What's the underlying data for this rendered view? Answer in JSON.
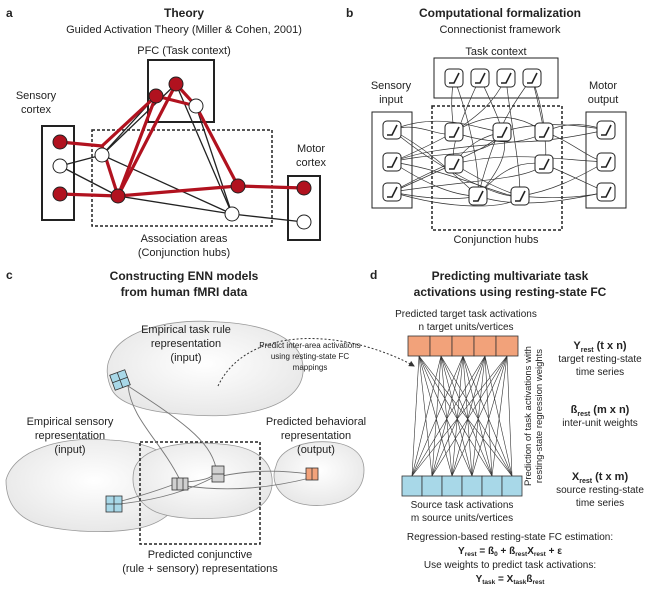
{
  "panel_a": {
    "letter": "a",
    "title": "Theory",
    "subtitle": "Guided Activation Theory (Miller & Cohen, 2001)",
    "pfc_label": "PFC (Task context)",
    "sensory_label_1": "Sensory",
    "sensory_label_2": "cortex",
    "motor_label_1": "Motor",
    "motor_label_2": "cortex",
    "assoc_label_1": "Association areas",
    "assoc_label_2": "(Conjunction hubs)"
  },
  "panel_b": {
    "letter": "b",
    "title": "Computational formalization",
    "subtitle": "Connectionist framework",
    "task_label": "Task context",
    "sensory_label_1": "Sensory",
    "sensory_label_2": "input",
    "motor_label_1": "Motor",
    "motor_label_2": "output",
    "hubs_label": "Conjunction hubs"
  },
  "panel_c": {
    "letter": "c",
    "title_1": "Constructing ENN models",
    "title_2": "from human fMRI data",
    "rule_label_1": "Empirical task rule",
    "rule_label_2": "representation",
    "rule_label_3": "(input)",
    "predict_note_1": "Predict inter-area activations",
    "predict_note_2": "using resting-state FC",
    "predict_note_3": "mappings",
    "sensory_label_1": "Empirical sensory",
    "sensory_label_2": "representation",
    "sensory_label_3": "(input)",
    "behav_label_1": "Predicted behavioral",
    "behav_label_2": "representation",
    "behav_label_3": "(output)",
    "conj_label_1": "Predicted conjunctive",
    "conj_label_2": "(rule + sensory) representations"
  },
  "panel_d": {
    "letter": "d",
    "title_1": "Predicting multivariate task",
    "title_2": "activations using resting-state FC",
    "target_label_1": "Predicted target task activations",
    "target_label_2": "n target units/vertices",
    "side_label_1": "Prediction of task activations with",
    "side_label_2": "resting-state regression weights",
    "y_rest": "Y",
    "y_rest_sub": "rest",
    "y_rest_dims": "(t x n)",
    "y_rest_desc_1": "target resting-state",
    "y_rest_desc_2": "time series",
    "beta_rest": "ß",
    "beta_rest_sub": "rest",
    "beta_rest_dims": "(m x n)",
    "beta_rest_desc": "inter-unit weights",
    "x_rest": "X",
    "x_rest_sub": "rest",
    "x_rest_dims": "(t x m)",
    "x_rest_desc_1": "source resting-state",
    "x_rest_desc_2": "time series",
    "source_label_1": "Source task activations",
    "source_label_2": "m source units/vertices",
    "regression_label": "Regression-based resting-state FC estimation:",
    "use_weights_label": "Use weights to predict task activations:",
    "eq1": {
      "a": "Y",
      "a_sub": "rest",
      "b": " = ß",
      "b_sub": "0",
      "c": " + ß",
      "c_sub": "rest",
      "d": "X",
      "d_sub": "rest",
      "e": " + ε"
    },
    "eq2": {
      "a": "Y",
      "a_sub": "task",
      "b": " = X",
      "b_sub": "task",
      "c": "ß",
      "c_sub": "rest"
    }
  },
  "colors": {
    "red": "#b1121f",
    "orange": "#f2a27a",
    "blue": "#a8d8e8",
    "box": "#222222"
  }
}
